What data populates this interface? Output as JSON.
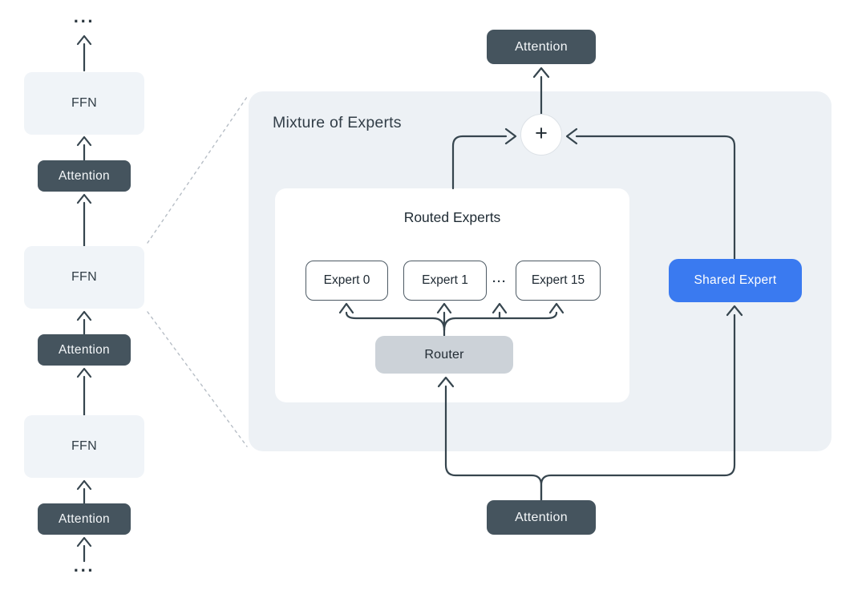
{
  "colors": {
    "background": "#ffffff",
    "panel": "#edf1f5",
    "ffn_box": "#f0f4f8",
    "dark_box": "#45545e",
    "dark_box_text": "#f4f7f9",
    "router_box": "#ccd2d8",
    "shared_expert_blue": "#3a7af0",
    "line": "#36454e",
    "dashed_line": "#b7bec6",
    "expert_border": "#4d5a64",
    "text_dark": "#2c3840"
  },
  "left_stack": {
    "ellipsis_top": "···",
    "ellipsis_bottom": "···",
    "layers": [
      {
        "label": "FFN"
      },
      {
        "label": "Attention"
      },
      {
        "label": "FFN"
      },
      {
        "label": "Attention"
      },
      {
        "label": "FFN"
      },
      {
        "label": "Attention"
      }
    ]
  },
  "moe_panel": {
    "title": "Mixture of Experts",
    "routed_experts": {
      "title": "Routed Experts",
      "experts": [
        {
          "label": "Expert 0"
        },
        {
          "label": "Expert 1"
        },
        {
          "label": "Expert 15"
        }
      ],
      "ellipsis": "···"
    },
    "router": {
      "label": "Router"
    },
    "shared_expert": {
      "label": "Shared Expert"
    },
    "sum": {
      "symbol": "+"
    }
  },
  "attention_top": {
    "label": "Attention"
  },
  "attention_bottom": {
    "label": "Attention"
  }
}
